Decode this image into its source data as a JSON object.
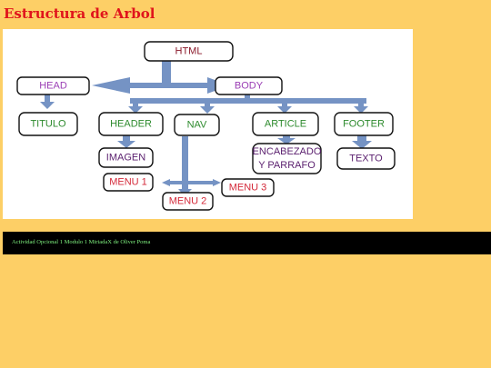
{
  "page": {
    "title": "Estructura de Arbol"
  },
  "diagram": {
    "arrow_color": "#7593c4",
    "nodes": {
      "html": {
        "label": "HTML",
        "color": "#8b1a2b"
      },
      "head": {
        "label": "HEAD",
        "color": "#9b3fb5"
      },
      "body": {
        "label": "BODY",
        "color": "#9b3fb5"
      },
      "titulo": {
        "label": "TITULO",
        "color": "#2e8b2e"
      },
      "header": {
        "label": "HEADER",
        "color": "#2e8b2e"
      },
      "nav": {
        "label": "NAV",
        "color": "#2e8b2e"
      },
      "article": {
        "label": "ARTICLE",
        "color": "#2e8b2e"
      },
      "footer": {
        "label": "FOOTER",
        "color": "#2e8b2e"
      },
      "imagen": {
        "label": "IMAGEN",
        "color": "#5a1f6e"
      },
      "encabezado": {
        "label_line1": "ENCABEZADO",
        "label_line2": "Y PARRAFO",
        "color": "#5a1f6e"
      },
      "texto": {
        "label": "TEXTO",
        "color": "#5a1f6e"
      },
      "menu1": {
        "label": "MENU 1",
        "color": "#d42a3a"
      },
      "menu2": {
        "label": "MENU 2",
        "color": "#d42a3a"
      },
      "menu3": {
        "label": "MENU 3",
        "color": "#d42a3a"
      }
    }
  },
  "footer": {
    "text": "Actividad Opcional 1 Modulo 1 MiriadaX de Oliver Poma"
  }
}
